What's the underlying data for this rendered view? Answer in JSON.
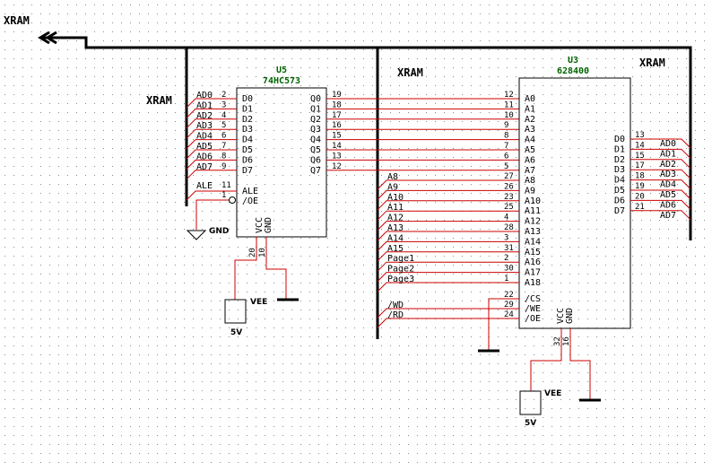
{
  "bus_labels": {
    "top_left": "XRAM",
    "u5_left": "XRAM",
    "middle": "XRAM",
    "right": "XRAM"
  },
  "u5": {
    "ref": "U5",
    "part": "74HC573",
    "d_pins": [
      {
        "net": "AD0",
        "num": "2",
        "name": "D0"
      },
      {
        "net": "AD1",
        "num": "3",
        "name": "D1"
      },
      {
        "net": "AD2",
        "num": "4",
        "name": "D2"
      },
      {
        "net": "AD3",
        "num": "5",
        "name": "D3"
      },
      {
        "net": "AD4",
        "num": "6",
        "name": "D4"
      },
      {
        "net": "AD5",
        "num": "7",
        "name": "D5"
      },
      {
        "net": "AD6",
        "num": "8",
        "name": "D6"
      },
      {
        "net": "AD7",
        "num": "9",
        "name": "D7"
      }
    ],
    "q_pins": [
      {
        "name": "Q0",
        "num": "19"
      },
      {
        "name": "Q1",
        "num": "18"
      },
      {
        "name": "Q2",
        "num": "17"
      },
      {
        "name": "Q3",
        "num": "16"
      },
      {
        "name": "Q4",
        "num": "15"
      },
      {
        "name": "Q5",
        "num": "14"
      },
      {
        "name": "Q6",
        "num": "13"
      },
      {
        "name": "Q7",
        "num": "12"
      }
    ],
    "ale": {
      "net": "ALE",
      "num": "11",
      "name": "ALE"
    },
    "oe": {
      "num": "1",
      "name": "/OE"
    },
    "power": {
      "vcc_name": "VCC",
      "gnd_name": "GND",
      "vcc_num": "20",
      "gnd_num": "10"
    }
  },
  "u3": {
    "ref": "U3",
    "part": "628400",
    "a_low": [
      {
        "num": "12",
        "name": "A0"
      },
      {
        "num": "11",
        "name": "A1"
      },
      {
        "num": "10",
        "name": "A2"
      },
      {
        "num": "9",
        "name": "A3"
      },
      {
        "num": "8",
        "name": "A4"
      },
      {
        "num": "7",
        "name": "A5"
      },
      {
        "num": "6",
        "name": "A6"
      },
      {
        "num": "5",
        "name": "A7"
      }
    ],
    "a_high": [
      {
        "net": "A8",
        "num": "27",
        "name": "A8"
      },
      {
        "net": "A9",
        "num": "26",
        "name": "A9"
      },
      {
        "net": "A10",
        "num": "23",
        "name": "A10"
      },
      {
        "net": "A11",
        "num": "25",
        "name": "A11"
      },
      {
        "net": "A12",
        "num": "4",
        "name": "A12"
      },
      {
        "net": "A13",
        "num": "28",
        "name": "A13"
      },
      {
        "net": "A14",
        "num": "3",
        "name": "A14"
      },
      {
        "net": "A15",
        "num": "31",
        "name": "A15"
      },
      {
        "net": "Page1",
        "num": "2",
        "name": "A16"
      },
      {
        "net": "Page2",
        "num": "30",
        "name": "A17"
      },
      {
        "net": "Page3",
        "num": "1",
        "name": "A18"
      }
    ],
    "ctrl": [
      {
        "net": "",
        "num": "22",
        "name": "/CS"
      },
      {
        "net": "/WD",
        "num": "29",
        "name": "/WE"
      },
      {
        "net": "/RD",
        "num": "24",
        "name": "/OE"
      }
    ],
    "d_pins": [
      {
        "name": "D0",
        "num": "13",
        "net": "AD0"
      },
      {
        "name": "D1",
        "num": "14",
        "net": "AD1"
      },
      {
        "name": "D2",
        "num": "15",
        "net": "AD2"
      },
      {
        "name": "D3",
        "num": "17",
        "net": "AD3"
      },
      {
        "name": "D4",
        "num": "18",
        "net": "AD4"
      },
      {
        "name": "D5",
        "num": "19",
        "net": "AD5"
      },
      {
        "name": "D6",
        "num": "20",
        "net": "AD6"
      },
      {
        "name": "D7",
        "num": "21",
        "net": "AD7"
      }
    ],
    "power": {
      "vcc_name": "VCC",
      "gnd_name": "GND",
      "vcc_num": "32",
      "gnd_num": "16"
    }
  },
  "gnd_label": "GND",
  "supplies": [
    {
      "name": "VEE",
      "value": "5V"
    },
    {
      "name": "VEE",
      "value": "5V"
    }
  ],
  "colors": {
    "wire": "#cc0000",
    "bus": "#000000",
    "chip_text": "#006400",
    "grid": "#8a8a8a"
  }
}
